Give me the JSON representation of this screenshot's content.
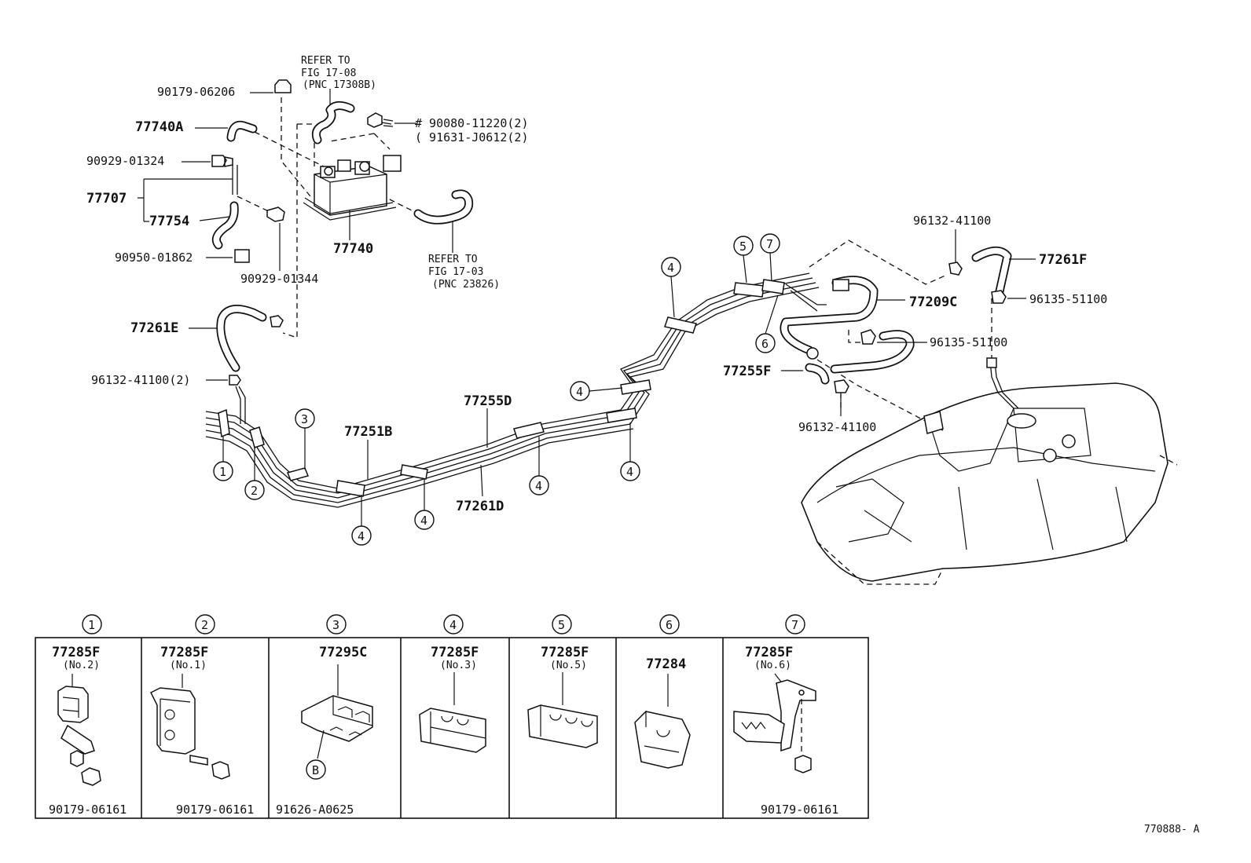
{
  "figure_code": "770888- A",
  "callouts": {
    "p90179_06206": "90179-06206",
    "p77740A": "77740A",
    "p90929_01324": "90929-01324",
    "p77707": "77707",
    "p77754": "77754",
    "p90950_01862": "90950-01862",
    "p90929_01344": "90929-01344",
    "p77740": "77740",
    "p77261E": "77261E",
    "p96132_41100_2": "96132-41100(2)",
    "p90080": "# 90080-11220(2)",
    "p91631": "( 91631-J0612(2)",
    "p77251B": "77251B",
    "p77255D": "77255D",
    "p77261D": "77261D",
    "p96132_top": "96132-41100",
    "p77261F": "77261F",
    "p77209C": "77209C",
    "p96135_a": "96135-51100",
    "p96135_b": "96135-51100",
    "p77255F": "77255F",
    "p96132_bot": "96132-41100"
  },
  "refs": {
    "top_l1": "REFER TO",
    "top_l2": "FIG 17-08",
    "top_l3": "(PNC 17308B)",
    "mid_l1": "REFER TO",
    "mid_l2": "FIG 17-03",
    "mid_l3": "(PNC 23826)"
  },
  "circle_labels": {
    "one": "1",
    "two": "2",
    "three": "3",
    "four": "4",
    "five": "5",
    "six": "6",
    "seven": "7",
    "b": "B"
  },
  "detail_panels": [
    {
      "num": "1",
      "part": "77285F",
      "note": "(No.2)",
      "bottom": "90179-06161"
    },
    {
      "num": "2",
      "part": "77285F",
      "note": "(No.1)",
      "bottom": "90179-06161"
    },
    {
      "num": "3",
      "part": "77295C",
      "note": "",
      "bottom": "91626-A0625"
    },
    {
      "num": "4",
      "part": "77285F",
      "note": "(No.3)",
      "bottom": ""
    },
    {
      "num": "5",
      "part": "77285F",
      "note": "(No.5)",
      "bottom": ""
    },
    {
      "num": "6",
      "part": "77284",
      "note": "",
      "bottom": ""
    },
    {
      "num": "7",
      "part": "77285F",
      "note": "(No.6)",
      "bottom": "90179-06161"
    }
  ]
}
